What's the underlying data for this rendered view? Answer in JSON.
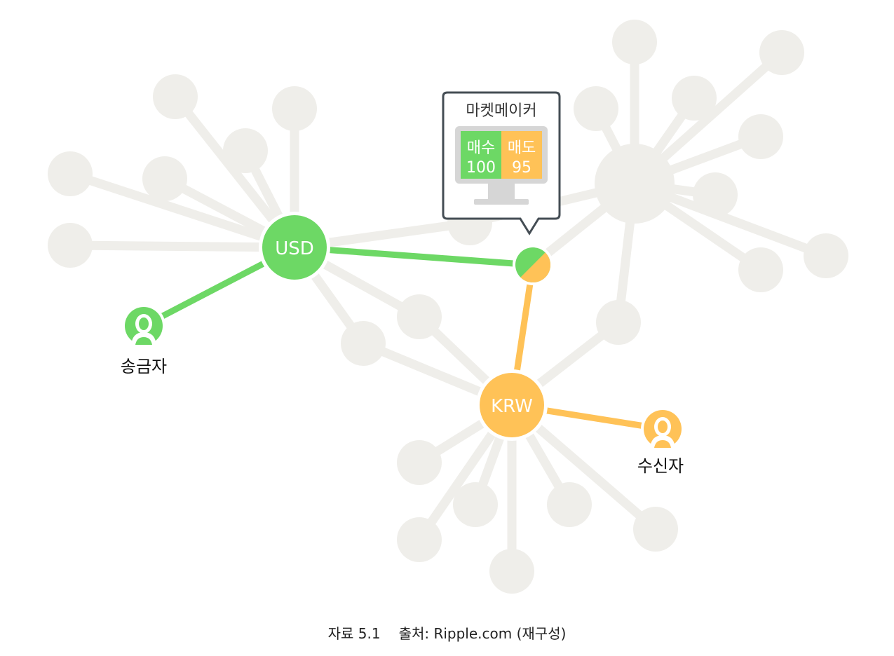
{
  "nodes": {
    "usd_label": "USD",
    "krw_label": "KRW",
    "sender_label": "송금자",
    "receiver_label": "수신자"
  },
  "market_maker": {
    "title": "마켓메이커",
    "buy_label": "매수",
    "buy_value": "100",
    "sell_label": "매도",
    "sell_value": "95"
  },
  "caption": {
    "figure": "자료 5.1",
    "source": "출처: Ripple.com (재구성)"
  },
  "colors": {
    "usd_path": "#6dd865",
    "krw_path": "#ffc257",
    "network": "#efeeea",
    "tooltip_border": "#444d54",
    "monitor": "#d6d6d6"
  }
}
